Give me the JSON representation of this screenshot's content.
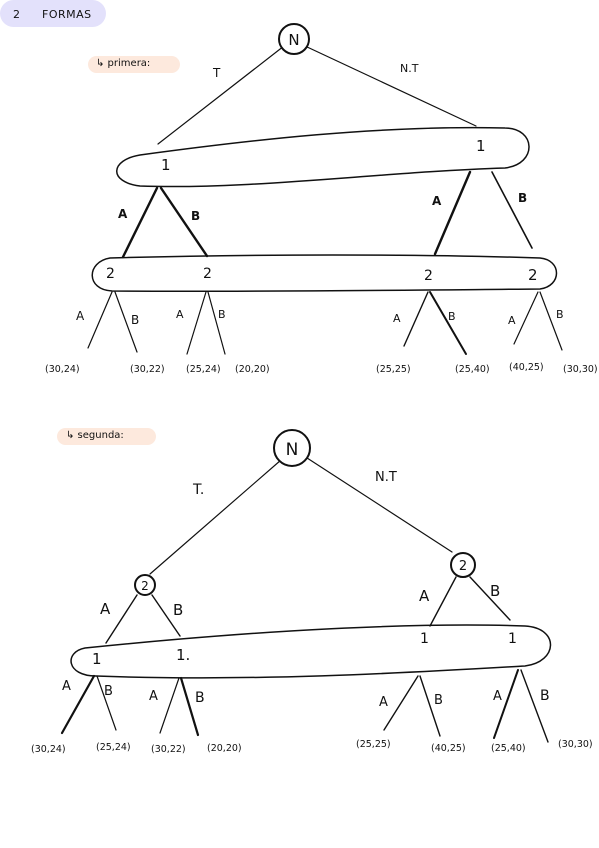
{
  "header": {
    "number": "2",
    "title": "FORMAS"
  },
  "tree1": {
    "caption": "↳ primera:",
    "root": "N",
    "branch_left": "T",
    "branch_right": "N.T",
    "level1": [
      "1",
      "1"
    ],
    "level1_edges": [
      "A",
      "B",
      "A",
      "B"
    ],
    "level2": [
      "2",
      "2",
      "2",
      "2"
    ],
    "level2_edges": [
      "A",
      "B",
      "A",
      "B",
      "A",
      "B",
      "A",
      "B"
    ],
    "payoffs": [
      "(30,24)",
      "(30,22)",
      "(25,24)",
      "(20,20)",
      "(25,25)",
      "(25,40)",
      "(40,25)",
      "(30,30)"
    ]
  },
  "tree2": {
    "caption": "↳ segunda:",
    "root": "N",
    "branch_left": "T.",
    "branch_right": "N.T",
    "level1": [
      "2",
      "2"
    ],
    "level1_edges": [
      "A",
      "B",
      "A",
      "B"
    ],
    "level2": [
      "1",
      "1.",
      "1",
      "1"
    ],
    "level2_edges": [
      "A",
      "B",
      "A",
      "B",
      "A",
      "B",
      "A",
      "B"
    ],
    "payoffs": [
      "(30,24)",
      "(25,24)",
      "(30,22)",
      "(20,20)",
      "(25,25)",
      "(40,25)",
      "(25,40)",
      "(30,30)"
    ]
  },
  "colors": {
    "title_tag": "#e3e1fb",
    "caption_tag": "#fde9dd",
    "ink": "#111111"
  }
}
